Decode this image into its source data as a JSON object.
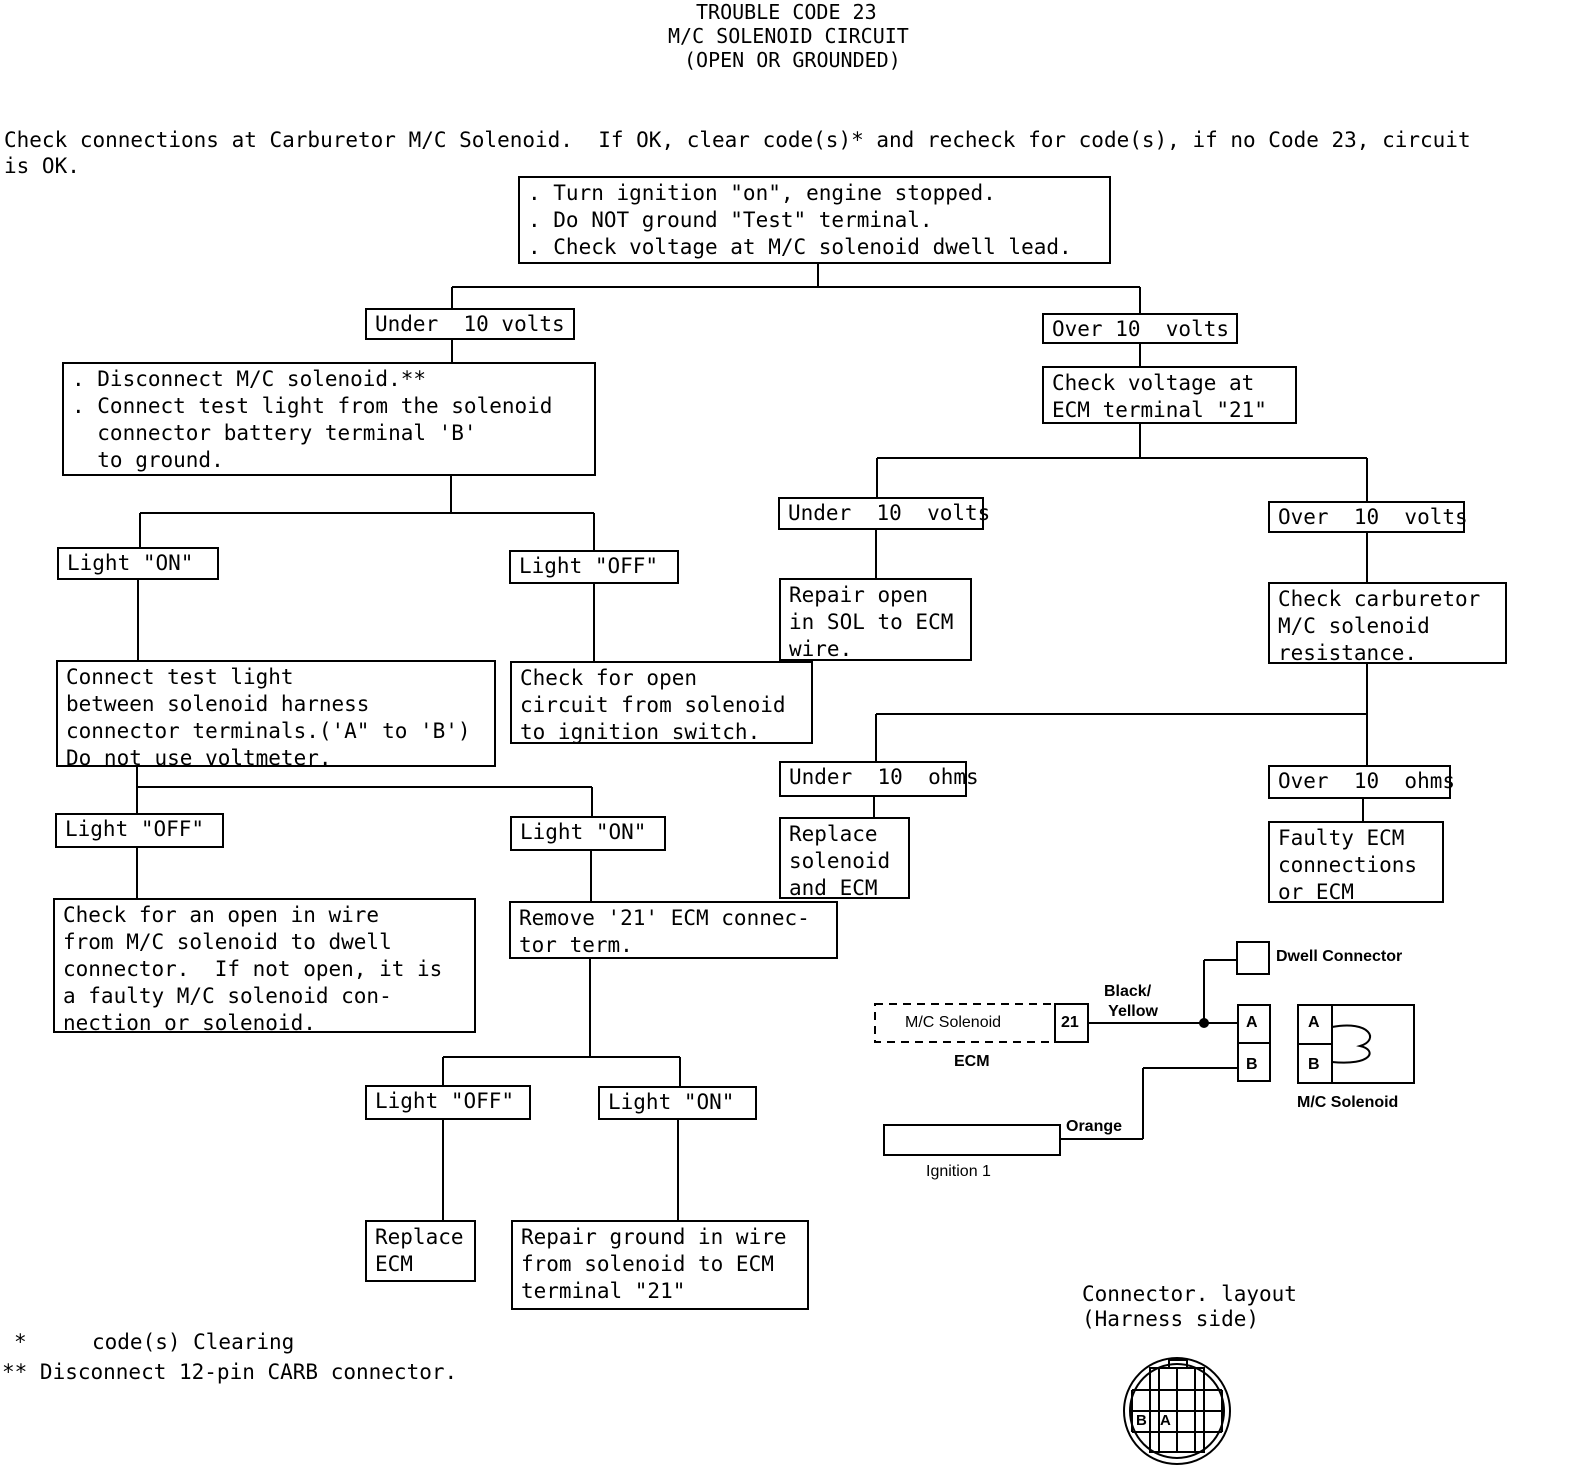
{
  "header": {
    "title_line1": "TROUBLE CODE 23",
    "title_line2": "M/C SOLENOID CIRCUIT",
    "title_line3": "(OPEN OR GROUNDED)"
  },
  "intro": {
    "line1": "Check connections at Carburetor M/C Solenoid.  If OK, clear code(s)* and recheck for code(s), if no Code 23, circuit",
    "line2": "is OK."
  },
  "flow": {
    "start": ". Turn ignition \"on\", engine stopped.\n. Do NOT ground \"Test\" terminal.\n. Check voltage at M/C solenoid dwell lead.",
    "under10_a": "Under  10 volts",
    "over10_a": "Over 10  volts",
    "disconnect": ". Disconnect M/C solenoid.**\n. Connect test light from the solenoid\n  connector battery terminal 'B'\n  to ground.",
    "check_ecm21": "Check voltage at\nECM terminal \"21\"",
    "light_on_1": "Light \"ON\"",
    "light_off_1": "Light \"OFF\"",
    "under10_b": "Under  10  volts",
    "over10_b": "Over  10  volts",
    "repair_open": "Repair open\nin SOL to ECM\nwire.",
    "check_carb": "Check carburetor\nM/C solenoid\nresistance.",
    "connect_test": "Connect test light\nbetween solenoid harness\nconnector terminals.('A\" to 'B')\nDo not use voltmeter.",
    "check_open_ign": "Check for open\ncircuit from solenoid\nto ignition switch.",
    "under10_ohms": "Under  10  ohms",
    "over10_ohms": "Over  10  ohms",
    "light_off_2": "Light \"OFF\"",
    "light_on_2": "Light \"ON\"",
    "replace_sol_ecm": "Replace\nsolenoid\nand ECM",
    "faulty_ecm": "Faulty ECM\nconnections\nor ECM",
    "check_open_wire": "Check for an open in wire\nfrom M/C solenoid to dwell\nconnector.  If not open, it is\na faulty M/C solenoid con-\nnection or solenoid.",
    "remove_21": "Remove '21' ECM connec-\ntor term.",
    "light_off_3": "Light \"OFF\"",
    "light_on_3": "Light \"ON\"",
    "replace_ecm": "Replace\nECM",
    "repair_ground": "Repair ground in wire\nfrom solenoid to ECM\nterminal \"21\""
  },
  "wiring": {
    "dwell_connector": "Dwell Connector",
    "black_yellow": "Black/\n Yellow",
    "mc_solenoid_ecm": "M/C Solenoid",
    "pin_21": "21",
    "ecm": "ECM",
    "pin_a": "A",
    "pin_b": "B",
    "sol_a": "A",
    "sol_b": "B",
    "mc_solenoid": "M/C Solenoid",
    "orange": "Orange",
    "ignition": "Ignition 1"
  },
  "connector_layout": {
    "title": "Connector. layout\n(Harness side)",
    "pin_b": "B",
    "pin_a": "A"
  },
  "footnotes": {
    "note1_mark": "*",
    "note1_text": "code(s) Clearing",
    "note2": "** Disconnect 12-pin CARB connector."
  }
}
